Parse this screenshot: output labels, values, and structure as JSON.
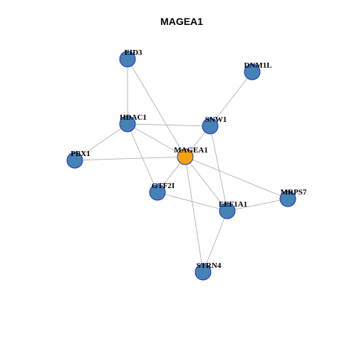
{
  "title": "MAGEA1",
  "colors": {
    "center": "#f7a10e",
    "node": "#4682b4",
    "border": "#1a2fc9",
    "edge": "#b0b0b0"
  },
  "nodes": [
    {
      "id": "EID3",
      "label": "EID3",
      "center": false
    },
    {
      "id": "DNM1L",
      "label": "DNM1L",
      "center": false
    },
    {
      "id": "HDAC1",
      "label": "HDAC1",
      "center": false
    },
    {
      "id": "SNW1",
      "label": "SNW1",
      "center": false
    },
    {
      "id": "MAGEA1",
      "label": "MAGEA1",
      "center": true
    },
    {
      "id": "PBX1",
      "label": "PBX1",
      "center": false
    },
    {
      "id": "GTF2I",
      "label": "GTF2I",
      "center": false
    },
    {
      "id": "MRPS7",
      "label": "MRPS7",
      "center": false
    },
    {
      "id": "EEF1A1",
      "label": "EEF1A1",
      "center": false
    },
    {
      "id": "STRN4",
      "label": "STRN4",
      "center": false
    }
  ],
  "edges": [
    [
      "EID3",
      "HDAC1"
    ],
    [
      "EID3",
      "MAGEA1"
    ],
    [
      "DNM1L",
      "SNW1"
    ],
    [
      "HDAC1",
      "SNW1"
    ],
    [
      "HDAC1",
      "MAGEA1"
    ],
    [
      "HDAC1",
      "PBX1"
    ],
    [
      "HDAC1",
      "GTF2I"
    ],
    [
      "SNW1",
      "MAGEA1"
    ],
    [
      "SNW1",
      "EEF1A1"
    ],
    [
      "MAGEA1",
      "PBX1"
    ],
    [
      "MAGEA1",
      "GTF2I"
    ],
    [
      "MAGEA1",
      "EEF1A1"
    ],
    [
      "MAGEA1",
      "MRPS7"
    ],
    [
      "MAGEA1",
      "STRN4"
    ],
    [
      "GTF2I",
      "EEF1A1"
    ],
    [
      "EEF1A1",
      "MRPS7"
    ],
    [
      "EEF1A1",
      "STRN4"
    ]
  ]
}
